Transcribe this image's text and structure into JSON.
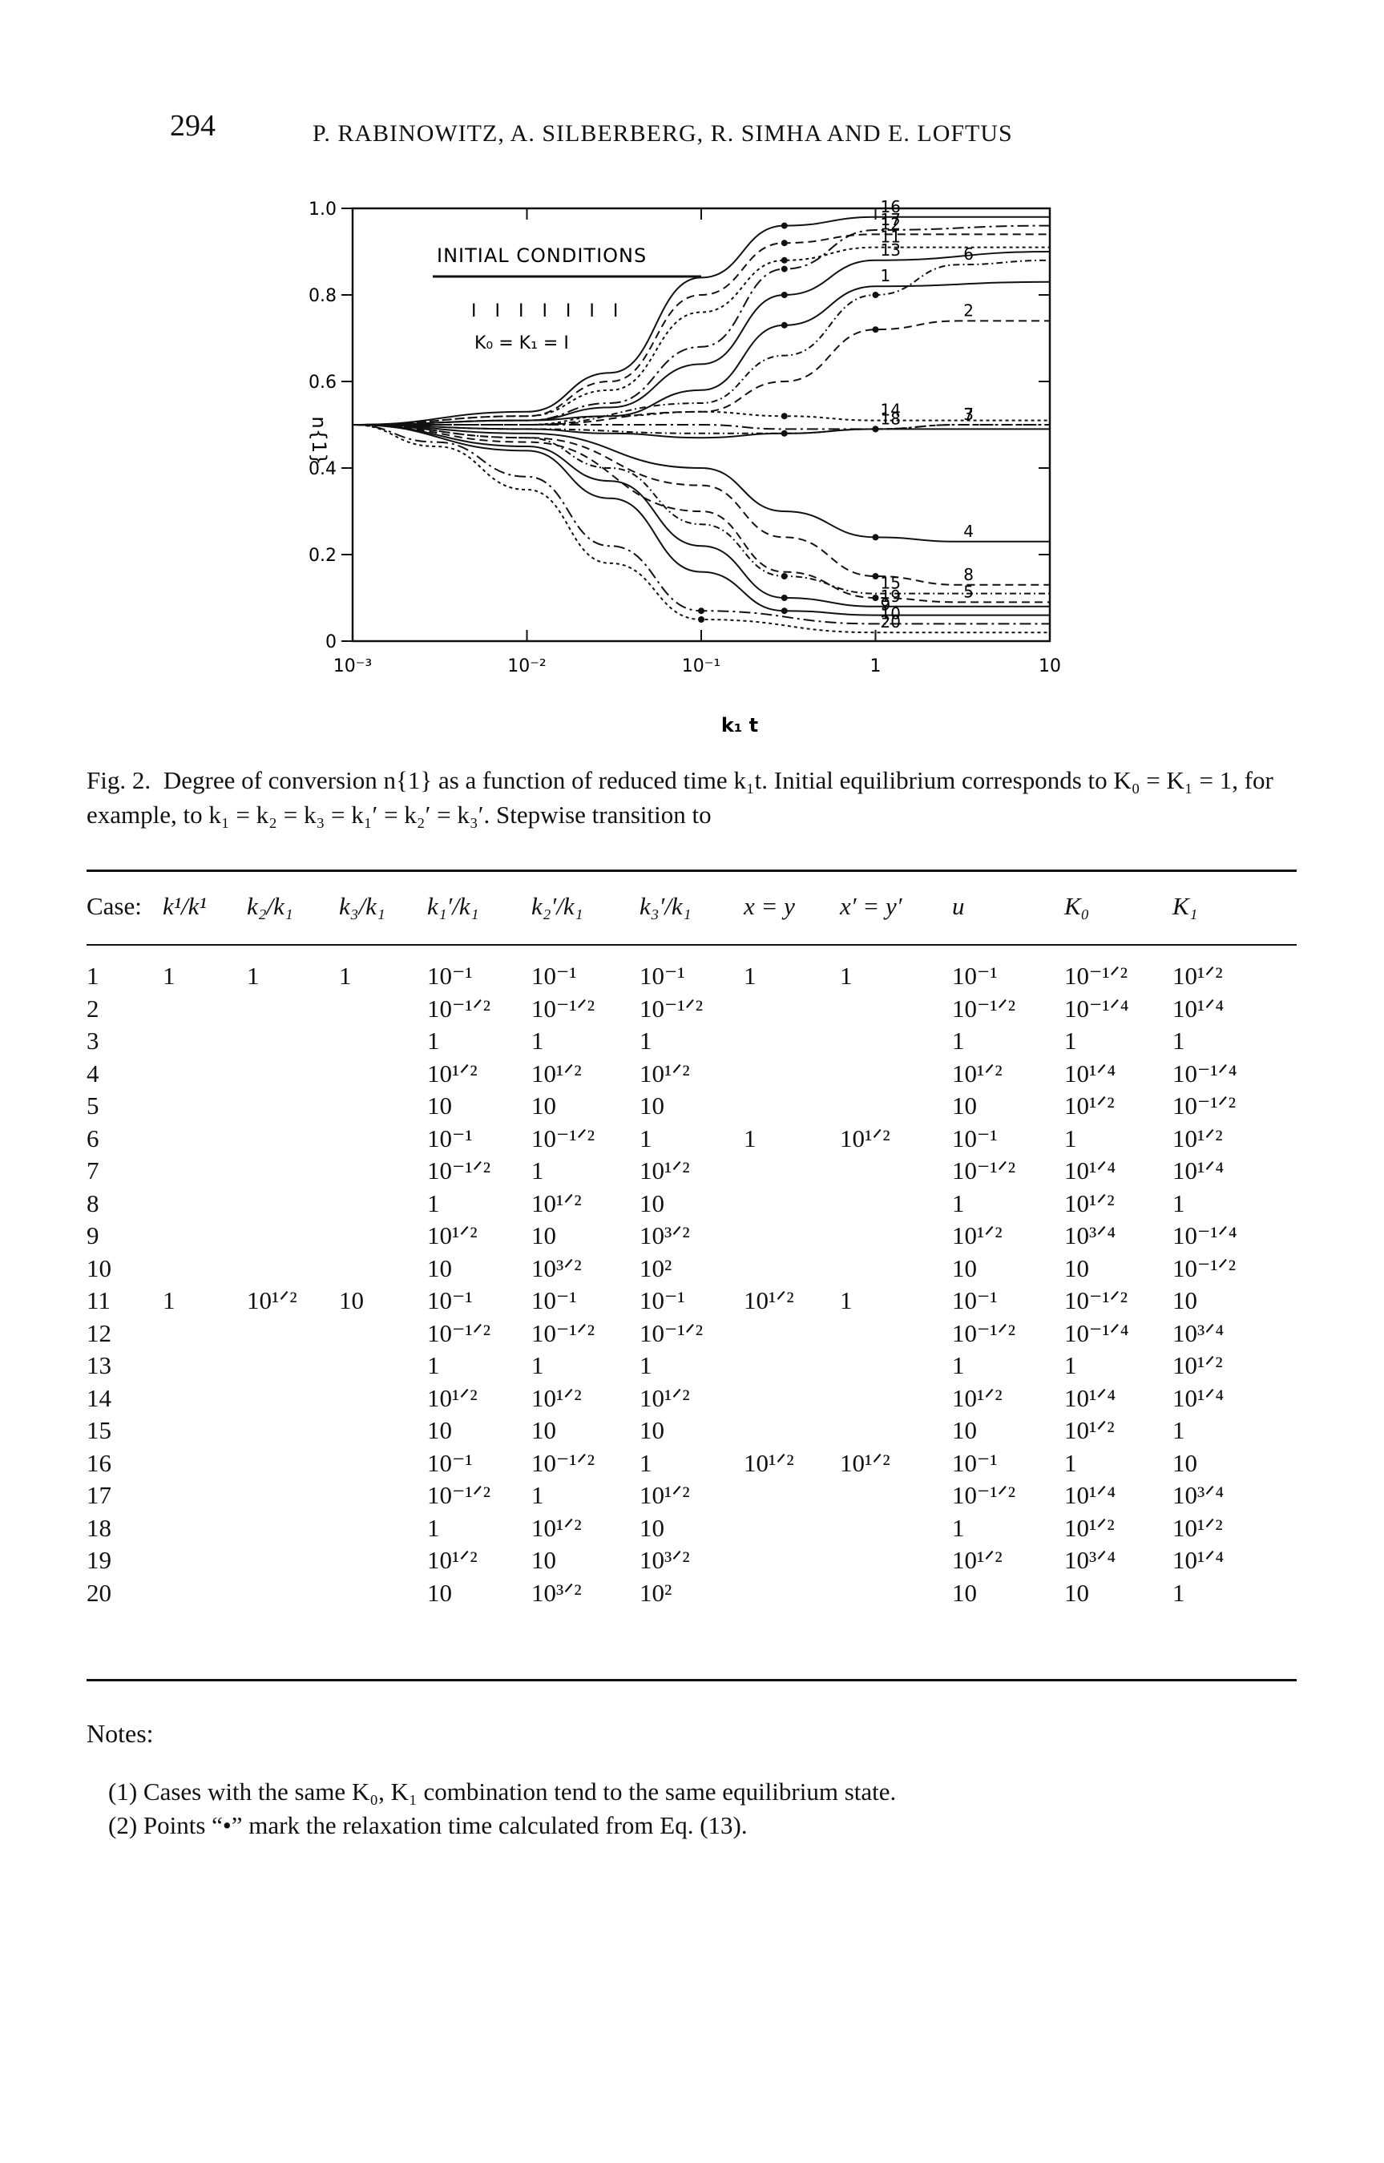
{
  "page": {
    "number": "294",
    "running_head": "P. RABINOWITZ, A. SILBERBERG, R. SIMHA AND E. LOFTUS"
  },
  "figure": {
    "ylabel": "n{1}",
    "xlabel": "k₁ t",
    "y_ticks": [
      "0",
      "0.2",
      "0.4",
      "0.6",
      "0.8",
      "1.0"
    ],
    "x_ticks": [
      "10⁻³",
      "10⁻²",
      "10⁻¹",
      "1",
      "10"
    ],
    "inset_title": "INITIAL CONDITIONS",
    "inset_marks": "I I I I I I I",
    "inset_equation": "K₀ = K₁ = I",
    "curve_labels": [
      "16",
      "12",
      "11",
      "17",
      "13",
      "6",
      "1",
      "2",
      "14",
      "3",
      "18",
      "7",
      "4",
      "8",
      "20",
      "10",
      "9",
      "15",
      "19",
      "5"
    ]
  },
  "chart_data": {
    "type": "line",
    "title": "",
    "xlabel": "k₁ t",
    "ylabel": "n{1}",
    "xscale": "log",
    "xlim": [
      0.001,
      10
    ],
    "ylim": [
      0,
      1.0
    ],
    "legend": "none",
    "series": [
      {
        "name": "16",
        "x": [
          0.001,
          0.01,
          0.03,
          0.1,
          0.3,
          1,
          10
        ],
        "y": [
          0.5,
          0.53,
          0.62,
          0.84,
          0.96,
          0.98,
          0.98
        ]
      },
      {
        "name": "12",
        "x": [
          0.001,
          0.01,
          0.03,
          0.1,
          0.3,
          1,
          10
        ],
        "y": [
          0.5,
          0.52,
          0.6,
          0.8,
          0.92,
          0.94,
          0.94
        ]
      },
      {
        "name": "11",
        "x": [
          0.001,
          0.01,
          0.03,
          0.1,
          0.3,
          1,
          10
        ],
        "y": [
          0.5,
          0.52,
          0.58,
          0.76,
          0.88,
          0.91,
          0.91
        ]
      },
      {
        "name": "17",
        "x": [
          0.001,
          0.01,
          0.03,
          0.1,
          0.3,
          1,
          10
        ],
        "y": [
          0.5,
          0.51,
          0.55,
          0.68,
          0.86,
          0.95,
          0.96
        ]
      },
      {
        "name": "13",
        "x": [
          0.001,
          0.01,
          0.03,
          0.1,
          0.3,
          1,
          10
        ],
        "y": [
          0.5,
          0.51,
          0.54,
          0.64,
          0.8,
          0.88,
          0.9
        ]
      },
      {
        "name": "6",
        "x": [
          0.001,
          0.01,
          0.1,
          0.3,
          1,
          3,
          10
        ],
        "y": [
          0.5,
          0.5,
          0.55,
          0.66,
          0.8,
          0.87,
          0.88
        ]
      },
      {
        "name": "1",
        "x": [
          0.001,
          0.01,
          0.03,
          0.1,
          0.3,
          1,
          10
        ],
        "y": [
          0.5,
          0.51,
          0.52,
          0.58,
          0.73,
          0.82,
          0.83
        ]
      },
      {
        "name": "2",
        "x": [
          0.001,
          0.01,
          0.1,
          0.3,
          1,
          3,
          10
        ],
        "y": [
          0.5,
          0.5,
          0.53,
          0.6,
          0.72,
          0.74,
          0.74
        ]
      },
      {
        "name": "14",
        "x": [
          0.001,
          0.01,
          0.03,
          0.1,
          0.3,
          1,
          10
        ],
        "y": [
          0.5,
          0.5,
          0.52,
          0.53,
          0.52,
          0.51,
          0.51
        ]
      },
      {
        "name": "3",
        "x": [
          0.001,
          0.01,
          0.1,
          0.3,
          1,
          3,
          10
        ],
        "y": [
          0.5,
          0.5,
          0.5,
          0.49,
          0.49,
          0.5,
          0.5
        ]
      },
      {
        "name": "18",
        "x": [
          0.001,
          0.01,
          0.03,
          0.1,
          0.3,
          1,
          10
        ],
        "y": [
          0.5,
          0.49,
          0.48,
          0.47,
          0.48,
          0.49,
          0.49
        ]
      },
      {
        "name": "7",
        "x": [
          0.001,
          0.01,
          0.1,
          0.3,
          1,
          3,
          10
        ],
        "y": [
          0.5,
          0.49,
          0.48,
          0.48,
          0.49,
          0.5,
          0.5
        ]
      },
      {
        "name": "4",
        "x": [
          0.001,
          0.01,
          0.1,
          0.3,
          1,
          3,
          10
        ],
        "y": [
          0.5,
          0.48,
          0.4,
          0.3,
          0.24,
          0.23,
          0.23
        ]
      },
      {
        "name": "8",
        "x": [
          0.001,
          0.01,
          0.1,
          0.3,
          1,
          3,
          10
        ],
        "y": [
          0.5,
          0.47,
          0.36,
          0.24,
          0.15,
          0.13,
          0.13
        ]
      },
      {
        "name": "20",
        "x": [
          0.001,
          0.003,
          0.01,
          0.03,
          0.1,
          1,
          10
        ],
        "y": [
          0.5,
          0.45,
          0.35,
          0.18,
          0.05,
          0.02,
          0.02
        ]
      },
      {
        "name": "10",
        "x": [
          0.001,
          0.003,
          0.01,
          0.03,
          0.1,
          1,
          10
        ],
        "y": [
          0.5,
          0.46,
          0.38,
          0.22,
          0.07,
          0.04,
          0.04
        ]
      },
      {
        "name": "9",
        "x": [
          0.001,
          0.01,
          0.03,
          0.1,
          0.3,
          1,
          10
        ],
        "y": [
          0.5,
          0.44,
          0.33,
          0.16,
          0.07,
          0.06,
          0.06
        ]
      },
      {
        "name": "15",
        "x": [
          0.001,
          0.01,
          0.03,
          0.1,
          0.3,
          1,
          10
        ],
        "y": [
          0.5,
          0.47,
          0.4,
          0.27,
          0.15,
          0.11,
          0.11
        ]
      },
      {
        "name": "19",
        "x": [
          0.001,
          0.01,
          0.03,
          0.1,
          0.3,
          1,
          10
        ],
        "y": [
          0.5,
          0.45,
          0.37,
          0.22,
          0.1,
          0.08,
          0.08
        ]
      },
      {
        "name": "5",
        "x": [
          0.001,
          0.01,
          0.1,
          0.3,
          1,
          3,
          10
        ],
        "y": [
          0.5,
          0.46,
          0.3,
          0.16,
          0.1,
          0.09,
          0.09
        ]
      }
    ]
  },
  "caption": {
    "label": "Fig. 2.",
    "text": "Degree of conversion n{1} as a function of reduced time k₁t. Initial equilibrium corresponds to K₀ = K₁ = 1, for example, to k₁ = k₂ = k₃ = k₁′ = k₂′ = k₃′. Stepwise transition to"
  },
  "table": {
    "headers": [
      "Case:",
      "k¹/k¹",
      "k₂/k₁",
      "k₃/k₁",
      "k₁′/k₁",
      "k₂′/k₁",
      "k₃′/k₁",
      "x = y",
      "x′ = y′",
      "u",
      "K₀",
      "K₁"
    ],
    "rows": [
      [
        "1",
        "1",
        "1",
        "1",
        "10⁻¹",
        "10⁻¹",
        "10⁻¹",
        "1",
        "1",
        "10⁻¹",
        "10⁻¹ᐟ²",
        "10¹ᐟ²"
      ],
      [
        "2",
        "",
        "",
        "",
        "10⁻¹ᐟ²",
        "10⁻¹ᐟ²",
        "10⁻¹ᐟ²",
        "",
        "",
        "10⁻¹ᐟ²",
        "10⁻¹ᐟ⁴",
        "10¹ᐟ⁴"
      ],
      [
        "3",
        "",
        "",
        "",
        "1",
        "1",
        "1",
        "",
        "",
        "1",
        "1",
        "1"
      ],
      [
        "4",
        "",
        "",
        "",
        "10¹ᐟ²",
        "10¹ᐟ²",
        "10¹ᐟ²",
        "",
        "",
        "10¹ᐟ²",
        "10¹ᐟ⁴",
        "10⁻¹ᐟ⁴"
      ],
      [
        "5",
        "",
        "",
        "",
        "10",
        "10",
        "10",
        "",
        "",
        "10",
        "10¹ᐟ²",
        "10⁻¹ᐟ²"
      ],
      [
        "6",
        "",
        "",
        "",
        "10⁻¹",
        "10⁻¹ᐟ²",
        "1",
        "1",
        "10¹ᐟ²",
        "10⁻¹",
        "1",
        "10¹ᐟ²"
      ],
      [
        "7",
        "",
        "",
        "",
        "10⁻¹ᐟ²",
        "1",
        "10¹ᐟ²",
        "",
        "",
        "10⁻¹ᐟ²",
        "10¹ᐟ⁴",
        "10¹ᐟ⁴"
      ],
      [
        "8",
        "",
        "",
        "",
        "1",
        "10¹ᐟ²",
        "10",
        "",
        "",
        "1",
        "10¹ᐟ²",
        "1"
      ],
      [
        "9",
        "",
        "",
        "",
        "10¹ᐟ²",
        "10",
        "10³ᐟ²",
        "",
        "",
        "10¹ᐟ²",
        "10³ᐟ⁴",
        "10⁻¹ᐟ⁴"
      ],
      [
        "10",
        "",
        "",
        "",
        "10",
        "10³ᐟ²",
        "10²",
        "",
        "",
        "10",
        "10",
        "10⁻¹ᐟ²"
      ],
      [
        "11",
        "1",
        "10¹ᐟ²",
        "10",
        "10⁻¹",
        "10⁻¹",
        "10⁻¹",
        "10¹ᐟ²",
        "1",
        "10⁻¹",
        "10⁻¹ᐟ²",
        "10"
      ],
      [
        "12",
        "",
        "",
        "",
        "10⁻¹ᐟ²",
        "10⁻¹ᐟ²",
        "10⁻¹ᐟ²",
        "",
        "",
        "10⁻¹ᐟ²",
        "10⁻¹ᐟ⁴",
        "10³ᐟ⁴"
      ],
      [
        "13",
        "",
        "",
        "",
        "1",
        "1",
        "1",
        "",
        "",
        "1",
        "1",
        "10¹ᐟ²"
      ],
      [
        "14",
        "",
        "",
        "",
        "10¹ᐟ²",
        "10¹ᐟ²",
        "10¹ᐟ²",
        "",
        "",
        "10¹ᐟ²",
        "10¹ᐟ⁴",
        "10¹ᐟ⁴"
      ],
      [
        "15",
        "",
        "",
        "",
        "10",
        "10",
        "10",
        "",
        "",
        "10",
        "10¹ᐟ²",
        "1"
      ],
      [
        "16",
        "",
        "",
        "",
        "10⁻¹",
        "10⁻¹ᐟ²",
        "1",
        "10¹ᐟ²",
        "10¹ᐟ²",
        "10⁻¹",
        "1",
        "10"
      ],
      [
        "17",
        "",
        "",
        "",
        "10⁻¹ᐟ²",
        "1",
        "10¹ᐟ²",
        "",
        "",
        "10⁻¹ᐟ²",
        "10¹ᐟ⁴",
        "10³ᐟ⁴"
      ],
      [
        "18",
        "",
        "",
        "",
        "1",
        "10¹ᐟ²",
        "10",
        "",
        "",
        "1",
        "10¹ᐟ²",
        "10¹ᐟ²"
      ],
      [
        "19",
        "",
        "",
        "",
        "10¹ᐟ²",
        "10",
        "10³ᐟ²",
        "",
        "",
        "10¹ᐟ²",
        "10³ᐟ⁴",
        "10¹ᐟ⁴"
      ],
      [
        "20",
        "",
        "",
        "",
        "10",
        "10³ᐟ²",
        "10²",
        "",
        "",
        "10",
        "10",
        "1"
      ]
    ]
  },
  "notes": {
    "title": "Notes:",
    "items": [
      "(1) Cases with the same K₀, K₁ combination tend to the same equilibrium state.",
      "(2) Points “•” mark the relaxation time calculated from Eq. (13)."
    ]
  }
}
